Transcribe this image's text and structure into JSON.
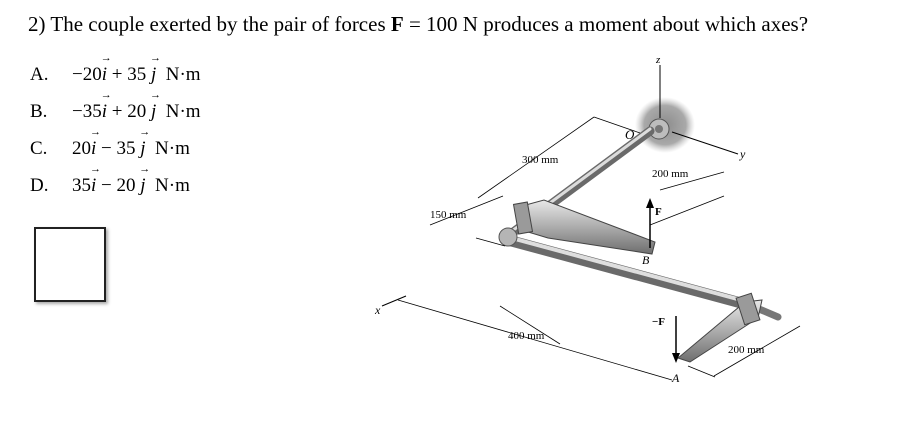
{
  "question": {
    "prefix": "2) The couple exerted by the pair of forces ",
    "force_symbol": "F",
    "suffix": " = 100 N produces a moment about which axes?"
  },
  "options": [
    {
      "letter": "A.",
      "c1": "−20",
      "v1": "i",
      "op": "+",
      "c2": "35",
      "v2": "j",
      "unit": "N·m"
    },
    {
      "letter": "B.",
      "c1": "−35",
      "v1": "i",
      "op": "+",
      "c2": "20",
      "v2": "j",
      "unit": "N·m"
    },
    {
      "letter": "C.",
      "c1": "20",
      "v1": "i",
      "op": "−",
      "c2": "35",
      "v2": "j",
      "unit": "N·m"
    },
    {
      "letter": "D.",
      "c1": "35",
      "v1": "i",
      "op": "−",
      "c2": "20",
      "v2": "j",
      "unit": "N·m"
    }
  ],
  "figure": {
    "axis_z": "z",
    "axis_y": "y",
    "axis_x": "x",
    "origin": "O",
    "point_a": "A",
    "point_b": "B",
    "force_label": "F",
    "neg_force_label": "−F",
    "dim_300": "300 mm",
    "dim_200_top": "200 mm",
    "dim_150": "150 mm",
    "dim_400": "400 mm",
    "dim_200_bottom": "200 mm"
  }
}
